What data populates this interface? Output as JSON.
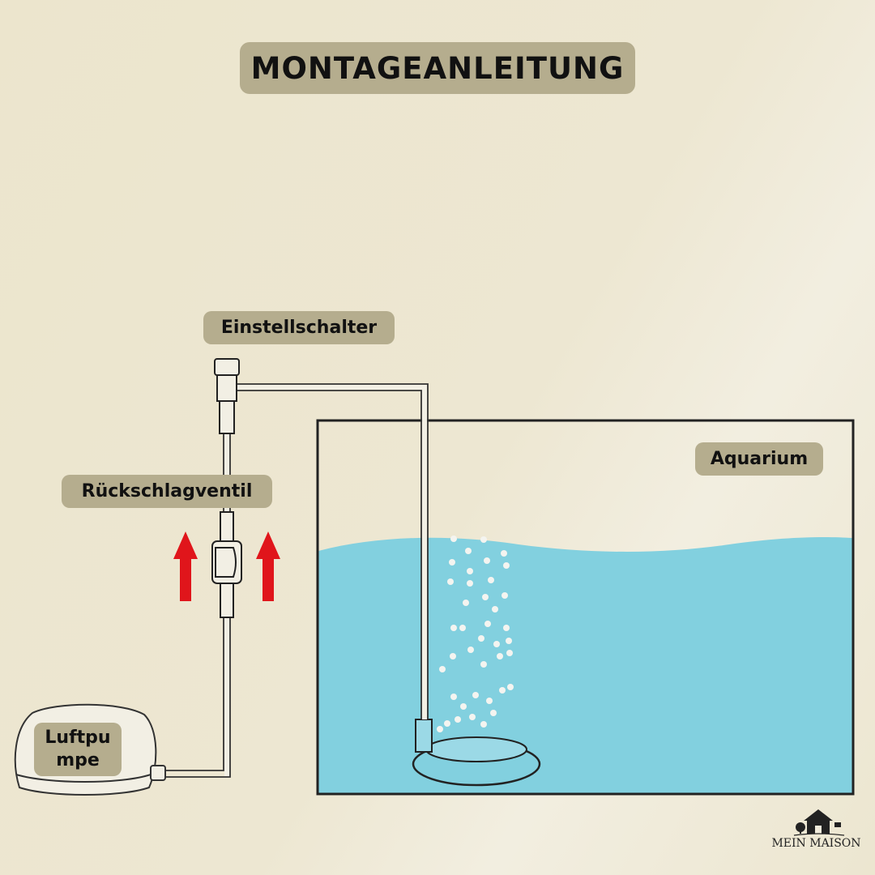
{
  "title": "MONTAGEANLEITUNG",
  "labels": {
    "adjust_switch": "Einstellschalter",
    "check_valve": "Rückschlagventil",
    "aquarium": "Aquarium",
    "air_pump": "Luftpu mpe"
  },
  "brand": {
    "name": "MEIN MAISON",
    "icon": "house-logo-icon"
  },
  "colors": {
    "label_bg": "#b5ad8e",
    "water": "#82d0df",
    "arrow": "#e0151b",
    "outline": "#222222"
  }
}
